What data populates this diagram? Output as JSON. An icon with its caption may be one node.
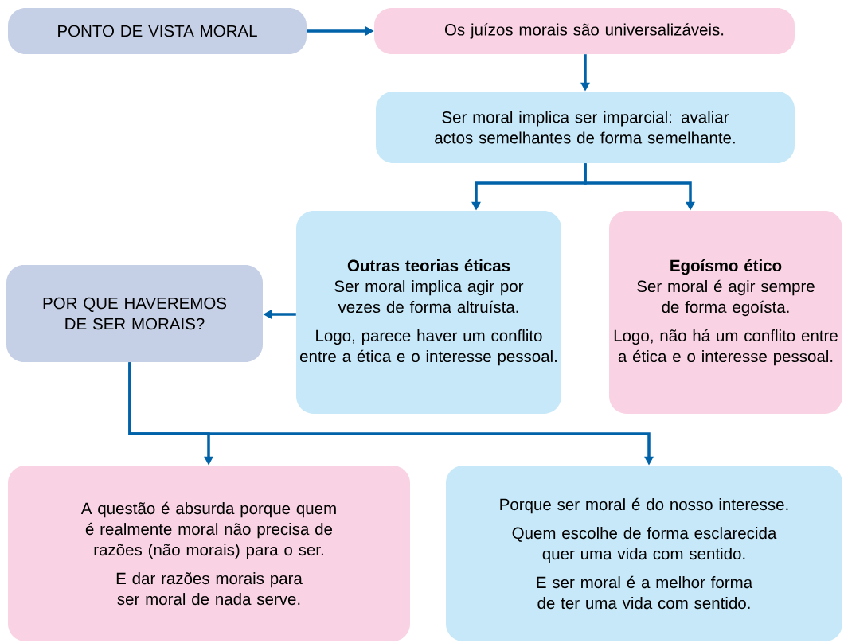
{
  "diagram": {
    "nodes": [
      {
        "text": [
          "PONTO DE VISTA MORAL"
        ]
      },
      {
        "text": [
          "Os juízos morais são universalizáveis."
        ]
      },
      {
        "text": [
          "Ser moral implica ser imparcial: avaliar actos semelhantes de forma semelhante."
        ]
      },
      {
        "text": [
          "Outras teorias éticas",
          "Ser moral implica agir por vezes de forma altruísta.",
          "Logo, parece haver um conflito entre a ética e o interesse pessoal."
        ]
      },
      {
        "text": [
          "Egoísmo ético",
          "Ser moral é agir sempre de forma egoísta.",
          "Logo, não há um conflito entre a ética e o interesse pessoal."
        ]
      },
      {
        "text": [
          "POR QUE HAVEREMOS DE SER MORAIS?"
        ]
      },
      {
        "text": [
          "A questão é absurda porque quem é realmente moral não precisa de razões (não morais) para o ser.",
          "E dar razões morais para ser moral de nada serve."
        ]
      },
      {
        "text": [
          "Porque ser moral é do nosso interesse.",
          "Quem escolhe de forma esclarecida quer uma vida com sentido.",
          "E ser moral é a melhor forma de ter uma vida com sentido."
        ]
      }
    ],
    "edges": [
      {
        "from": 0,
        "to": 1,
        "arrow": "to"
      },
      {
        "from": 1,
        "to": 2,
        "arrow": "to"
      },
      {
        "from": 2,
        "to": 3,
        "arrow": "to"
      },
      {
        "from": 2,
        "to": 4,
        "arrow": "to"
      },
      {
        "from": 3,
        "to": 5,
        "arrow": "to"
      },
      {
        "from": 5,
        "to": 6,
        "arrow": "to"
      },
      {
        "from": 5,
        "to": 7,
        "arrow": "to"
      }
    ]
  }
}
